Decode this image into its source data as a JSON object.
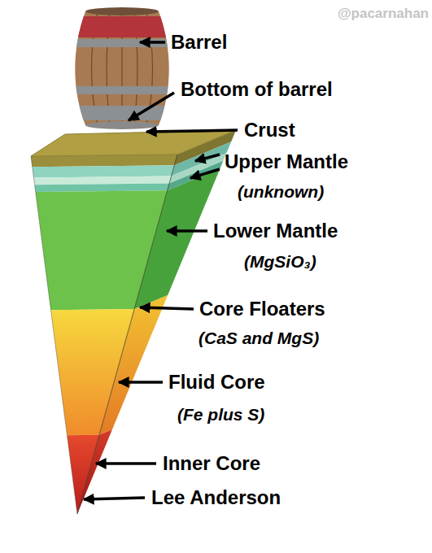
{
  "diagram": {
    "labels": [
      "@pacarnahan",
      "Barrel",
      "Bottom of barrel",
      "Crust",
      "Upper Mantle",
      "(unknown)",
      "Lower Mantle",
      "(MgSiO₃)",
      "Core Floaters",
      "(CaS and MgS)",
      "Fluid Core",
      "(Fe plus S)",
      "Inner Core",
      "Lee Anderson"
    ]
  }
}
